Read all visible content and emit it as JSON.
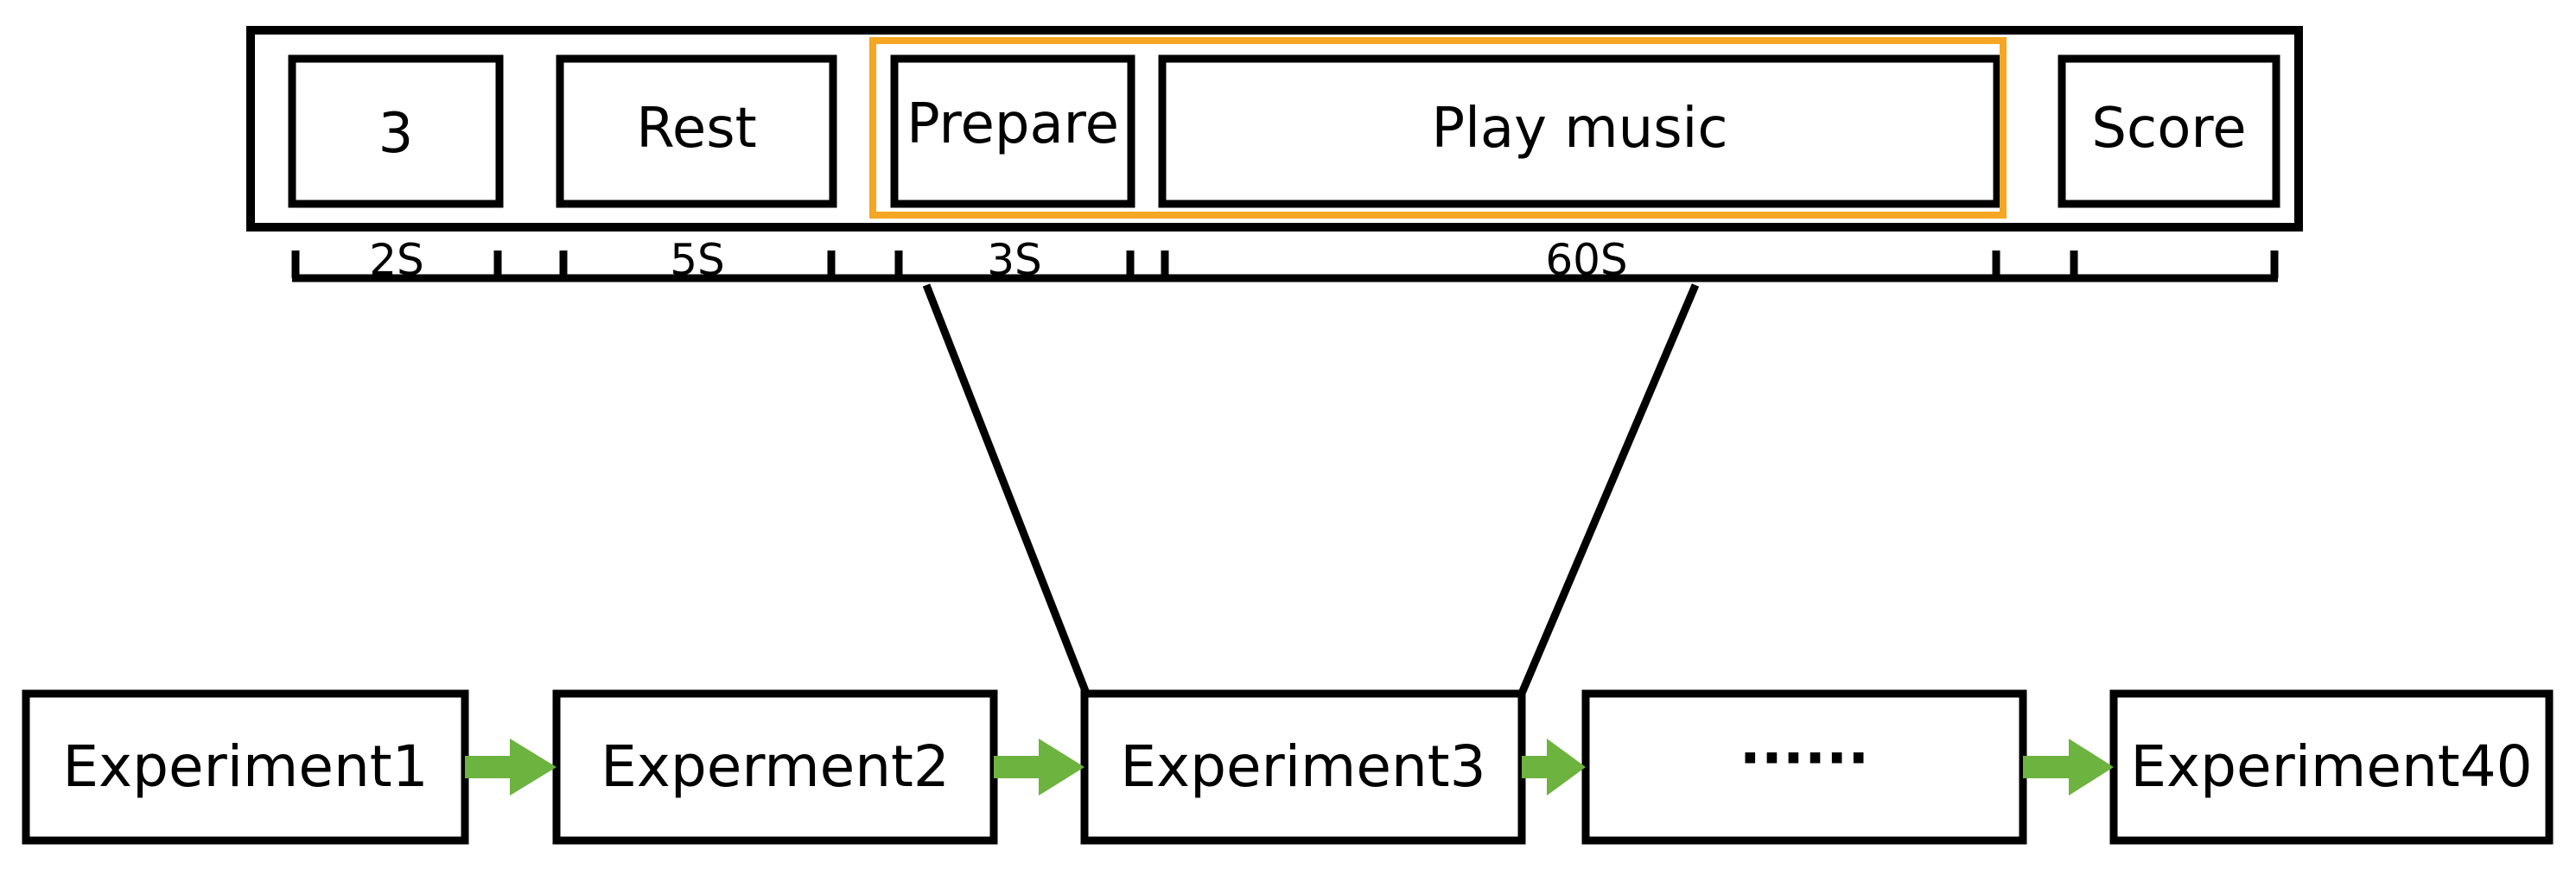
{
  "trial": {
    "steps": [
      {
        "label": "3"
      },
      {
        "label": "Rest"
      },
      {
        "label": "Prepare"
      },
      {
        "label": "Play music"
      },
      {
        "label": "Score"
      }
    ],
    "durations": [
      "2S",
      "5S",
      "3S",
      "60S"
    ]
  },
  "sequence": {
    "experiments": [
      {
        "label": "Experiment1"
      },
      {
        "label": "Experment2"
      },
      {
        "label": "Experiment3"
      },
      {
        "label": "······"
      },
      {
        "label": "Experiment40"
      }
    ]
  },
  "colors": {
    "stroke": "#000000",
    "highlight": "#F5A623",
    "arrow": "#6DB33F",
    "background": "#FFFFFF"
  }
}
